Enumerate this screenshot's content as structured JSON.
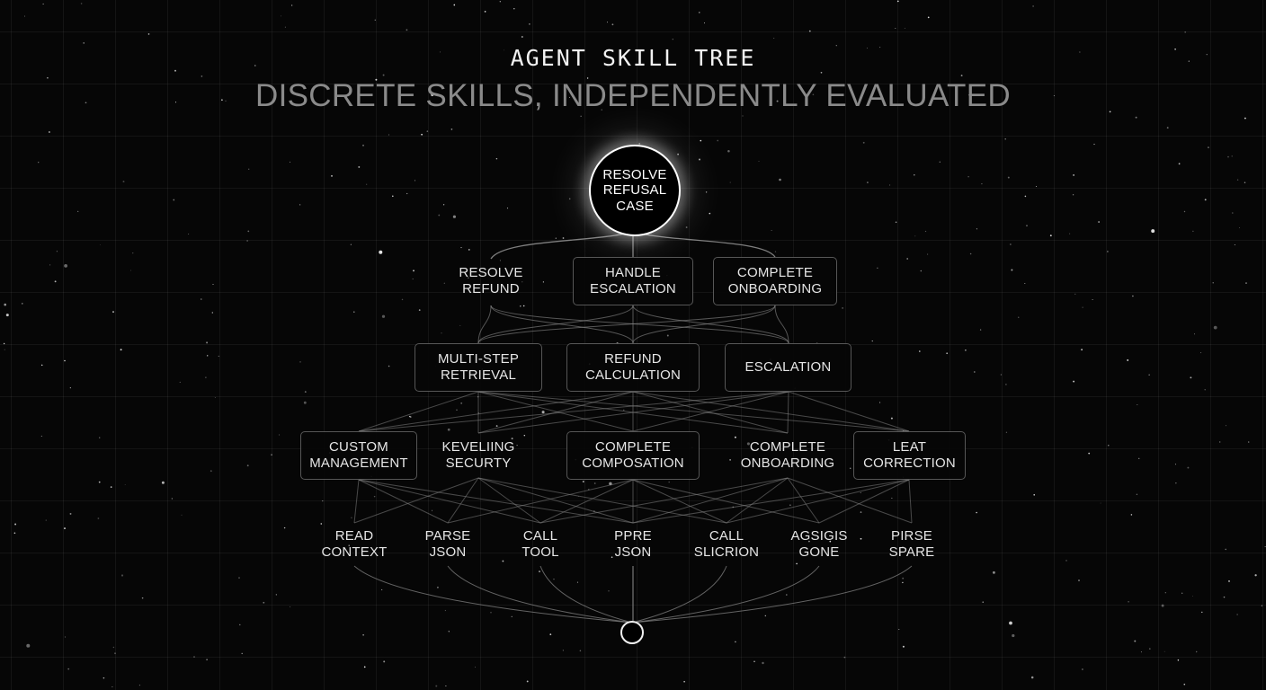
{
  "header": {
    "kicker": "AGENT SKILL TREE",
    "headline": "DISCRETE SKILLS, INDEPENDENTLY EVALUATED"
  },
  "colors": {
    "background": "#060606",
    "node_border": "#5a5a5a",
    "connector": "#8c8c8c",
    "headline": "#8a8a8a",
    "text": "#e6e6e6"
  },
  "root": {
    "label": "RESOLVE\nREFUSAL\nCASE"
  },
  "tiers": [
    {
      "nodes": [
        {
          "label": "RESOLVE\nREFUND"
        },
        {
          "label": "HANDLE\nESCALATION"
        },
        {
          "label": "COMPLETE\nONBOARDING"
        }
      ]
    },
    {
      "nodes": [
        {
          "label": "MULTI-STEP\nRETRIEVAL"
        },
        {
          "label": "REFUND\nCALCULATION"
        },
        {
          "label": "ESCALATION"
        }
      ]
    },
    {
      "nodes": [
        {
          "label": "CUSTOM\nMANAGEMENT"
        },
        {
          "label": "KEVELIING\nSECURTY"
        },
        {
          "label": "COMPLETE\nCOMPOSATION"
        },
        {
          "label": "COMPLETE\nONBOARDING"
        },
        {
          "label": "LEAT\nCORRECTION"
        }
      ]
    },
    {
      "nodes": [
        {
          "label": "READ\nCONTEXT"
        },
        {
          "label": "PARSE\nJSON"
        },
        {
          "label": "CALL\nTOOL"
        },
        {
          "label": "PPRE\nJSON"
        },
        {
          "label": "CALL\nSLICRION"
        },
        {
          "label": "AGSIGIS\nGONE"
        },
        {
          "label": "PIRSE\nSPARE"
        }
      ]
    }
  ]
}
